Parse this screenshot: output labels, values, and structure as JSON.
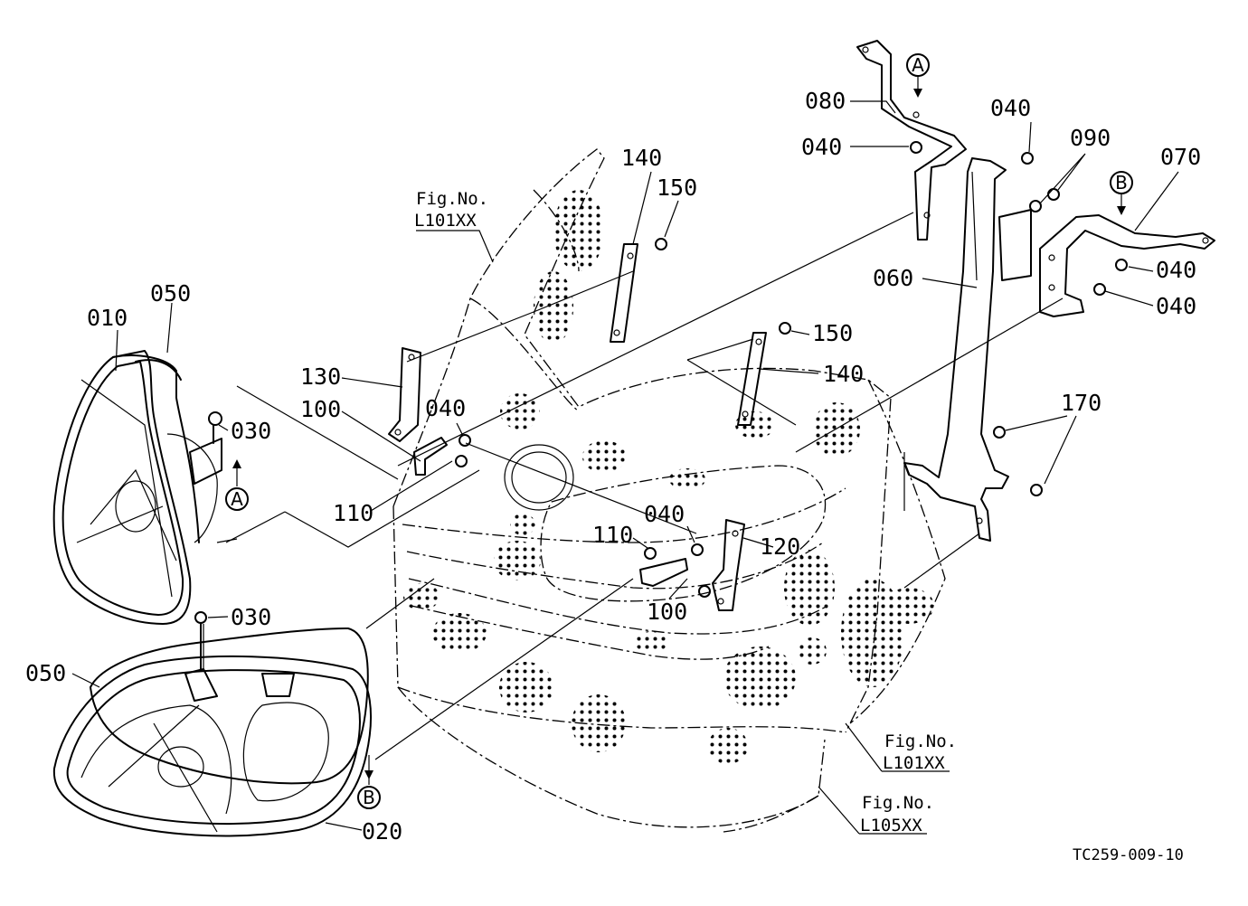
{
  "figure": {
    "drawing_code": "TC259-009-10",
    "part_labels": {
      "p010": "010",
      "p020": "020",
      "p030_upper": "030",
      "p030_lower": "030",
      "p040_top": "040",
      "p040_left_top": "040",
      "p040_mid": "040",
      "p040_right_upper": "040",
      "p040_right_lower": "040",
      "p040_center": "040",
      "p050_upper": "050",
      "p050_lower": "050",
      "p060": "060",
      "p070": "070",
      "p080": "080",
      "p090": "090",
      "p100_left": "100",
      "p100_right": "100",
      "p110_left": "110",
      "p110_right": "110",
      "p120": "120",
      "p130": "130",
      "p140_top": "140",
      "p140_mid": "140",
      "p150_top": "150",
      "p150_mid": "150",
      "p170": "170"
    },
    "callouts": {
      "a_top": "A",
      "a_left": "A",
      "b_right": "B",
      "b_bottom": "B"
    },
    "references": {
      "top_left": {
        "line1": "Fig.No.",
        "line2": "L101XX"
      },
      "bottom_right_1": {
        "line1": "Fig.No.",
        "line2": "L101XX"
      },
      "bottom_right_2": {
        "line1": "Fig.No.",
        "line2": "L105XX"
      }
    }
  }
}
